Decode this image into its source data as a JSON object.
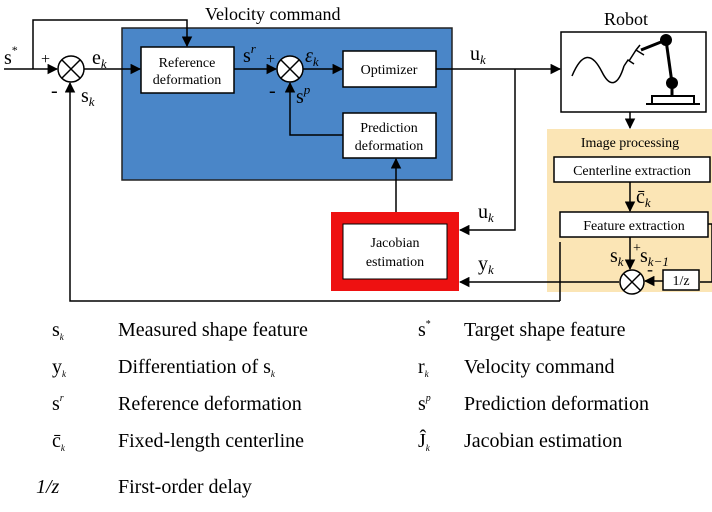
{
  "diagram": {
    "velocity_command_title": "Velocity command",
    "robot_title": "Robot",
    "blocks": {
      "reference_deformation": [
        "Reference",
        "deformation"
      ],
      "optimizer": "Optimizer",
      "prediction_deformation": [
        "Prediction",
        "deformation"
      ],
      "jacobian_estimation": [
        "Jacobian",
        "estimation"
      ],
      "image_processing_title": "Image processing",
      "centerline_extraction": "Centerline extraction",
      "feature_extraction": "Feature extraction",
      "delay": "1/z"
    },
    "signs": {
      "plus_left": "+",
      "minus_left": "-",
      "plus_mid": "+",
      "minus_mid": "-",
      "plus_ip": "+",
      "minus_ip": "-"
    },
    "signals": {
      "s_star": "s",
      "s_star_sup": "*",
      "e": "e",
      "e_sub": "k",
      "s_fb": "s",
      "s_fb_sub": "k",
      "s_r": "s",
      "s_r_sup": "r",
      "eps": "ε",
      "eps_sub": "k",
      "s_p": "s",
      "s_p_sup": "p",
      "u_top": "u",
      "u_top_sub": "k",
      "u_mid": "u",
      "u_mid_sub": "k",
      "y": "y",
      "y_sub": "k",
      "c_bar": "c̄",
      "c_bar_sub": "k",
      "s_k": "s",
      "s_k_sub": "k",
      "s_k1": "s",
      "s_k1_sub": "k−1"
    }
  },
  "legend": [
    {
      "symbol": "s",
      "sub": "k",
      "sup": "",
      "description": "Measured shape feature"
    },
    {
      "symbol": "y",
      "sub": "k",
      "sup": "",
      "description": "Differentiation of s",
      "desc_sub": "k"
    },
    {
      "symbol": "s",
      "sub": "",
      "sup": "r",
      "description": "Reference deformation"
    },
    {
      "symbol": "c̄",
      "sub": "k",
      "sup": "",
      "description": "Fixed-length centerline"
    },
    {
      "symbol": "1/z",
      "sub": "",
      "sup": "",
      "description": "First-order delay"
    },
    {
      "symbol": "s",
      "sub": "",
      "sup": "*",
      "description": "Target shape feature"
    },
    {
      "symbol": "r",
      "sub": "k",
      "sup": "",
      "description": "Velocity command"
    },
    {
      "symbol": "s",
      "sub": "",
      "sup": "p",
      "description": "Prediction deformation"
    },
    {
      "symbol": "Ĵ",
      "sub": "k",
      "sup": "",
      "description": "Jacobian estimation"
    }
  ],
  "colors": {
    "velocity_block": "#4a86c8",
    "image_processing_bg": "#fbe5b5",
    "jacobian_border": "#ee1111",
    "line": "#000000"
  }
}
